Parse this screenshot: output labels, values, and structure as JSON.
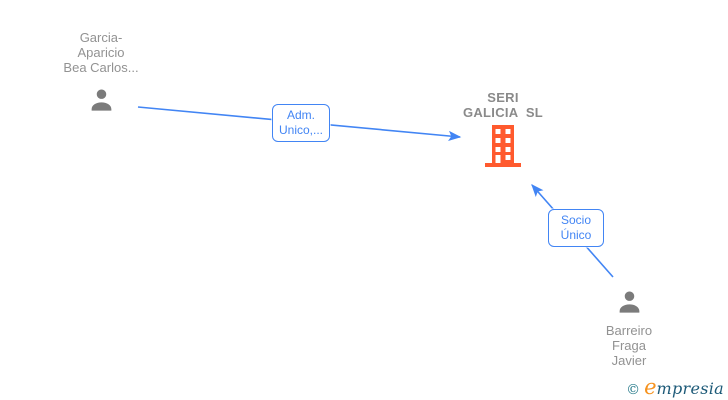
{
  "diagram": {
    "nodes": [
      {
        "id": "garcia-aparicio",
        "type": "person",
        "lines": [
          "Garcia-",
          "Aparicio",
          "Bea Carlos..."
        ]
      },
      {
        "id": "seri-galicia",
        "type": "company",
        "lines": [
          "SERI",
          "GALICIA  SL"
        ]
      },
      {
        "id": "barreiro-fraga",
        "type": "person",
        "lines": [
          "Barreiro",
          "Fraga",
          "Javier"
        ]
      }
    ],
    "edges": [
      {
        "from": "garcia-aparicio",
        "to": "seri-galicia",
        "lines": [
          "Adm.",
          "Unico,..."
        ]
      },
      {
        "from": "barreiro-fraga",
        "to": "seri-galicia",
        "lines": [
          "Socio",
          "Único"
        ]
      }
    ],
    "colors": {
      "edge_blue": "#4285f4",
      "person_gray": "#7b7b7b",
      "company_orange": "#ff5a2e",
      "label_text_gray": "#929292"
    }
  },
  "footer": {
    "copyright_symbol": "©",
    "brand_initial": "e",
    "brand_rest": "mpresia",
    "colors": {
      "copyright_teal": "#267a8a",
      "brand_orange": "#f6921e",
      "brand_teal": "#1d5a78"
    }
  }
}
